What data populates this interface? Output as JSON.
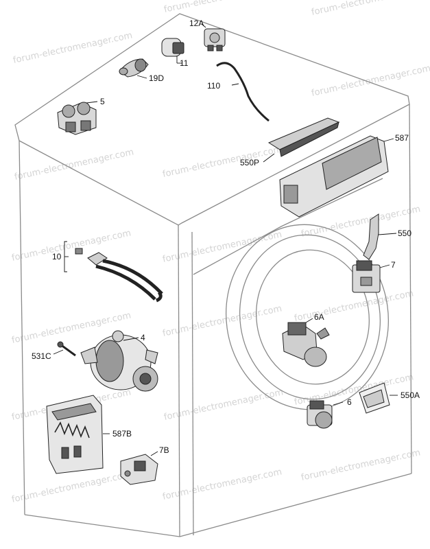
{
  "watermark": "forum-electromenager.com",
  "callouts": {
    "c_12A": "12A",
    "c_11": "11",
    "c_19D": "19D",
    "c_110": "110",
    "c_5": "5",
    "c_587": "587",
    "c_550P": "550P",
    "c_550": "550",
    "c_7": "7",
    "c_10": "10",
    "c_4": "4",
    "c_531C": "531C",
    "c_6A": "6A",
    "c_6": "6",
    "c_550A": "550A",
    "c_587B": "587B",
    "c_7B": "7B"
  },
  "colors": {
    "background": "#ffffff",
    "cabinet_outline": "#8a8a8a",
    "part_fill": "#d9d9d9",
    "part_dark": "#555555",
    "label_text": "#111111",
    "watermark_text": "#d4d4d4"
  }
}
